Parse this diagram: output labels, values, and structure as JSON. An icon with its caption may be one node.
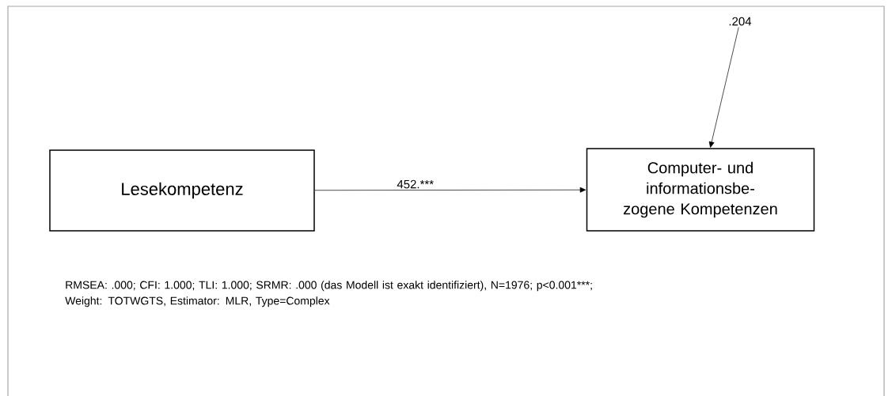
{
  "diagram": {
    "nodes": [
      {
        "text": [
          "Lesekompetenz"
        ]
      },
      {
        "text": [
          "Computer- und informationsbe- zogene Kompetenzen"
        ]
      },
      {
        "text": [
          ".204"
        ]
      }
    ],
    "edges": [
      {
        "from": 0,
        "to": 1,
        "arrow": "to",
        "label": "452.***"
      },
      {
        "from": 2,
        "to": 1,
        "arrow": "to"
      }
    ],
    "labels": [
      "RMSEA: .000; CFI: 1.000; TLI: 1.000; SRMR: .000 (das Modell ist exakt identifiziert), N=1976; p<0.001***; Weight: TOTWGTS, Estimator: MLR, Type=Complex"
    ]
  }
}
